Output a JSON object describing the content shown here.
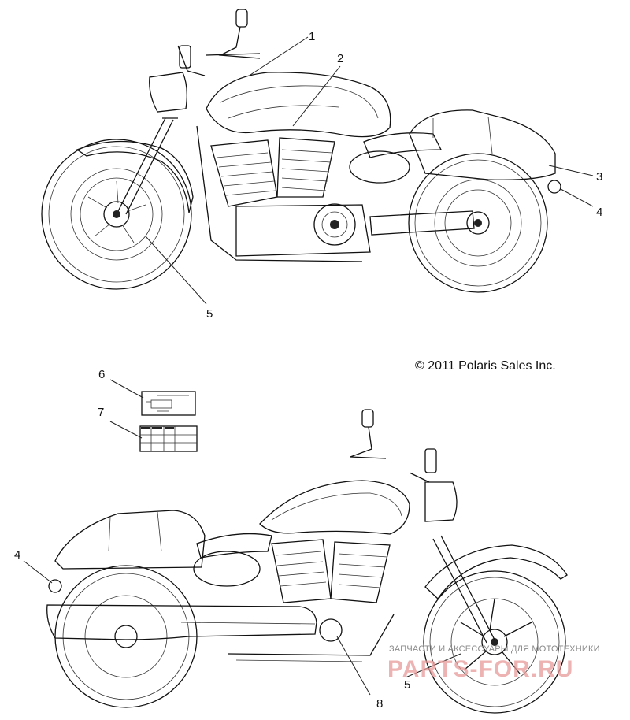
{
  "copyright": "© 2011 Polaris Sales Inc.",
  "callouts": {
    "top": {
      "c1": "1",
      "c2": "2",
      "c3": "3",
      "c4": "4",
      "c5": "5"
    },
    "middle": {
      "c6": "6",
      "c7": "7"
    },
    "bottom": {
      "c4": "4",
      "c5": "5",
      "c8": "8"
    }
  },
  "watermark": {
    "line": "ЗАПЧАСТИ И АКСЕССУАРЫ ДЛЯ МОТОТЕХНИКИ",
    "brand": "PARTS-FOR.RU"
  },
  "icons": {
    "decal_6": "warning-label-icon",
    "decal_7": "tire-pressure-table-icon"
  }
}
